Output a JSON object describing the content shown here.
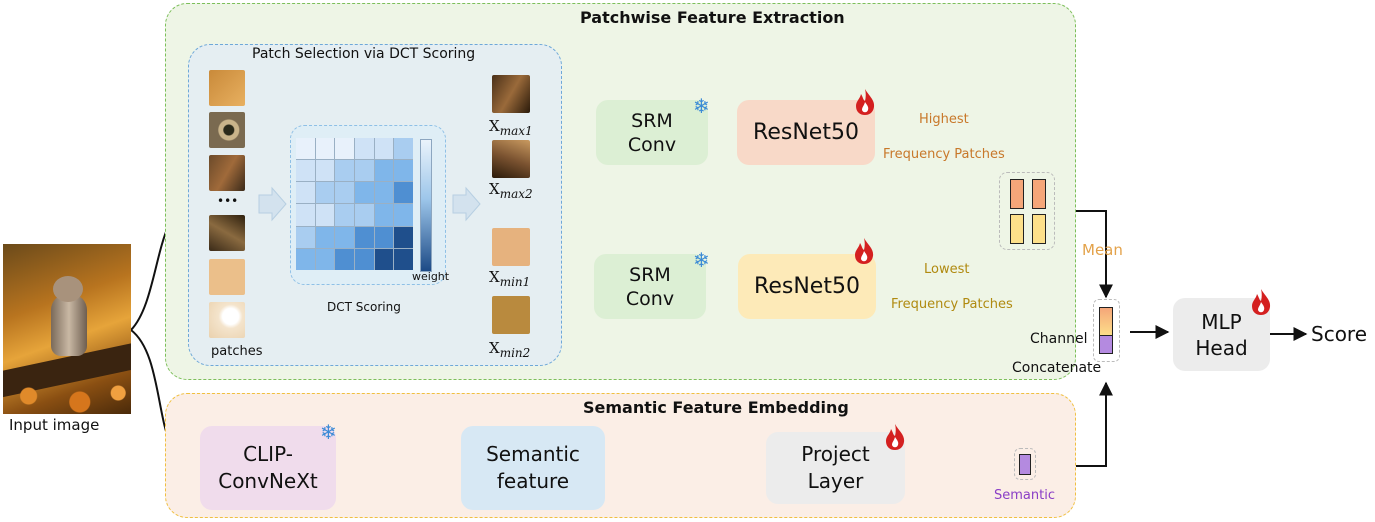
{
  "panels": {
    "patchwise_title": "Patchwise Feature Extraction",
    "selection_title": "Patch Selection via DCT Scoring",
    "semantic_title": "Semantic Feature Embedding"
  },
  "input": {
    "label": "Input image"
  },
  "patches": {
    "label": "patches",
    "ellipsis": "•••"
  },
  "dct": {
    "label": "DCT Scoring",
    "weight_label": "weight"
  },
  "selected": {
    "max1_base": "X",
    "max1_sub": "max1",
    "max2_base": "X",
    "max2_sub": "max2",
    "min1_base": "X",
    "min1_sub": "min1",
    "min2_base": "X",
    "min2_sub": "min2"
  },
  "blocks": {
    "srm_top_line1": "SRM",
    "srm_top_line2": "Conv",
    "srm_bottom_line1": "SRM",
    "srm_bottom_line2": "Conv",
    "resnet_top": "ResNet50",
    "resnet_bottom": "ResNet50",
    "clip_line1": "CLIP-",
    "clip_line2": "ConvNeXt",
    "semantic_feature_line1": "Semantic",
    "semantic_feature_line2": "feature",
    "project_line1": "Project",
    "project_line2": "Layer",
    "mlp_line1": "MLP",
    "mlp_line2": "Head"
  },
  "annotations": {
    "highest": "Highest",
    "highest_sub": "Frequency Patches",
    "lowest": "Lowest",
    "lowest_sub": "Frequency Patches",
    "mean": "Mean",
    "channel": "Channel",
    "concatenate": "Concatenate",
    "semantic": "Semantic",
    "score": "Score"
  },
  "colors": {
    "patchwise_bg": "#eef5e6",
    "patchwise_border": "#7cbf5a",
    "selection_bg": "#e5eef2",
    "selection_border": "#6ea8d8",
    "semantic_bg": "#fbeee6",
    "semantic_border": "#f0c040",
    "srm": "#dcefd4",
    "resnet_top": "#f8d9c8",
    "resnet_bottom": "#fdeab8",
    "clip": "#f0dcec",
    "semantic_feature": "#d7e8f4",
    "project": "#ececec",
    "mlp": "#ececec",
    "highest_text": "#c8782a",
    "lowest_text": "#b08a10",
    "mean_text": "#e3a24a",
    "semantic_text": "#8a3ec6",
    "feat_orange": "#f5a679",
    "feat_yellow": "#fde08a",
    "feat_purple": "#b48ae0"
  },
  "icons": {
    "frozen": "snowflake-icon",
    "trainable": "flame-icon"
  }
}
